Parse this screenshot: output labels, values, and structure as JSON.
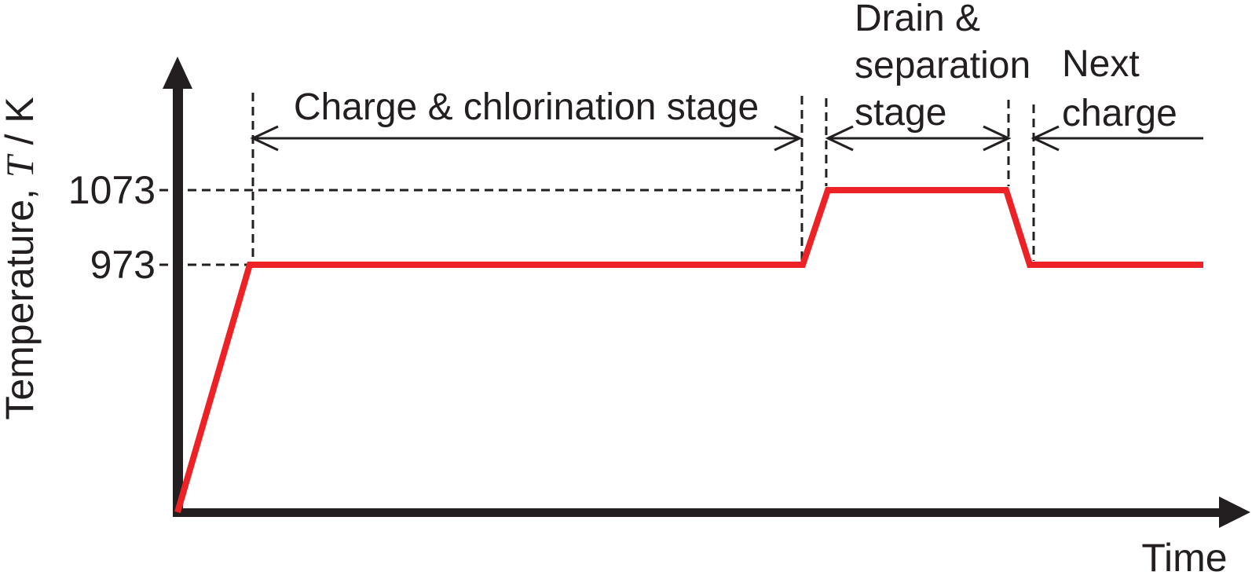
{
  "figure": {
    "background": "#ffffff",
    "axis_color": "#231F20",
    "profile_color": "#EC2227"
  },
  "chart_data": {
    "type": "line",
    "title": "",
    "xlabel": "Time",
    "ylabel": "Temperature, T / K",
    "ylabel_parts": {
      "prefix": "Temperature, ",
      "symbol": "T",
      "suffix": " / K"
    },
    "yticks": [
      973,
      1073
    ],
    "x_axis_numeric": false,
    "grid": false,
    "series": [
      {
        "name": "temperature profile",
        "color": "#EC2227",
        "points": [
          {
            "t": 0.0,
            "T": null
          },
          {
            "t": 0.0704,
            "T": 973
          },
          {
            "t": 0.6095,
            "T": 973
          },
          {
            "t": 0.634,
            "T": 1073
          },
          {
            "t": 0.8078,
            "T": 1073
          },
          {
            "t": 0.8308,
            "T": 973
          },
          {
            "t": 1.0,
            "T": 973
          }
        ]
      }
    ],
    "stages": [
      {
        "label": "Charge & chlorination stage",
        "t_start": 0.0735,
        "t_end": 0.6065,
        "arrow_heads": "both"
      },
      {
        "label": "Drain &\nseparation\nstage",
        "t_start": 0.634,
        "t_end": 0.8101,
        "arrow_heads": "both"
      },
      {
        "label": "Next\ncharge",
        "t_start": 0.8346,
        "t_end": 1.0,
        "arrow_heads": "left"
      }
    ],
    "boundaries": [
      {
        "t": 0.0735,
        "meets_K": 973
      },
      {
        "t": 0.6087,
        "meets_K": 973
      },
      {
        "t": 0.6324,
        "meets_K": 1073
      },
      {
        "t": 0.8101,
        "meets_K": 1073
      },
      {
        "t": 0.8346,
        "meets_K": 973
      }
    ],
    "guides": [
      {
        "K": 1073,
        "t_end": 0.6087
      },
      {
        "K": 973,
        "t_end": 0.0704
      }
    ]
  }
}
